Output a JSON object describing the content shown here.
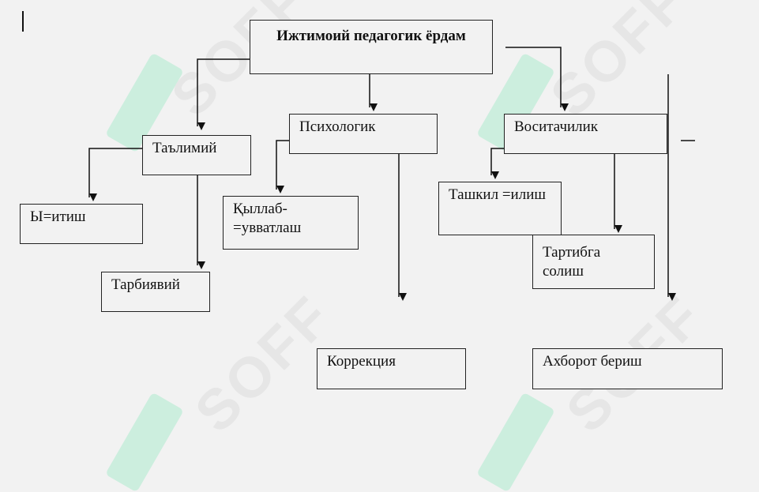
{
  "diagram": {
    "root": "Ижтимоий педагогик ёрдам",
    "nodes": {
      "talimiy": "Таълимий",
      "psixologik": "Психологик",
      "vositachilik": "Воситачилик",
      "oqitish": "Ы=итиш",
      "tarbiyaviy": "Тарбиявий",
      "qullab": "Қыллаб- =увватлаш",
      "korreksiya": "Коррекция",
      "tashkil": "Ташкил =илиш",
      "tartibga": "Тартибга солиш",
      "axborot": "Ахборот бериш"
    }
  },
  "watermark": "SOFF"
}
